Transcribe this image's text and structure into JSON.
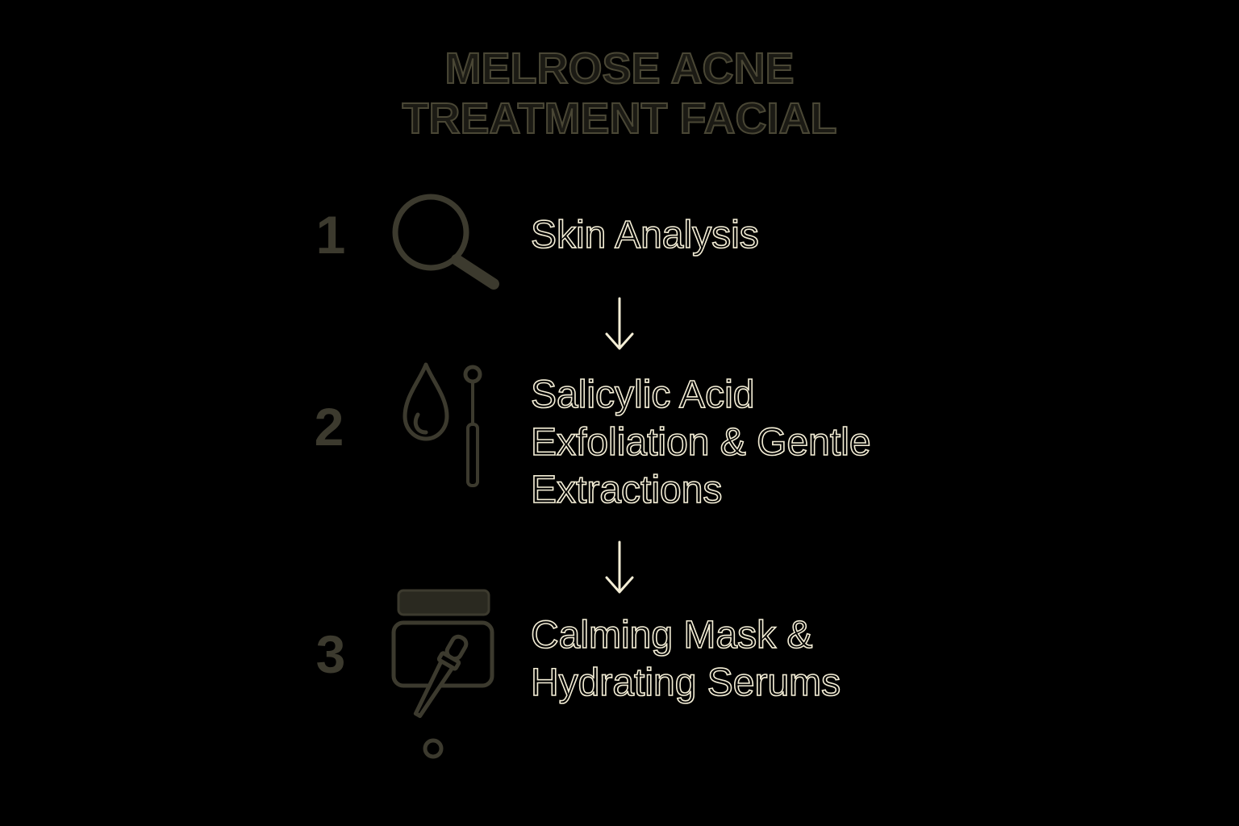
{
  "title": {
    "line1": "MELROSE ACNE",
    "line2": "TREATMENT FACIAL"
  },
  "steps": [
    {
      "number": "1",
      "icon": "magnifying-glass-icon",
      "lines": [
        "Skin Analysis"
      ]
    },
    {
      "number": "2",
      "icon": "droplet-and-extractor-icon",
      "lines": [
        "Salicylic Acid",
        "Exfoliation & Gentle",
        "Extractions"
      ]
    },
    {
      "number": "3",
      "icon": "jar-and-dropper-icon",
      "lines": [
        "Calming Mask &",
        "Hydrating Serums"
      ]
    }
  ],
  "arrows": [
    "down-arrow",
    "down-arrow"
  ],
  "colors": {
    "background": "#000000",
    "icon_stroke": "#3c3a2e",
    "title_outline": "#4a4735",
    "label_outline": "#f4eed6"
  }
}
